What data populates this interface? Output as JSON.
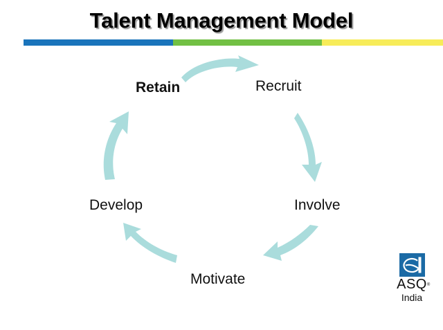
{
  "slide": {
    "title": "Talent Management Model",
    "background_color": "#ffffff",
    "title_color": "#000000"
  },
  "rule": {
    "segments": [
      {
        "name": "blue",
        "color": "#1a74bb"
      },
      {
        "name": "green",
        "color": "#72c044"
      },
      {
        "name": "yellow",
        "color": "#f7ec59"
      }
    ]
  },
  "cycle": {
    "arrow_color": "#aadcdc",
    "nodes": [
      {
        "id": "retain",
        "label": "Retain",
        "emphasis": "bold"
      },
      {
        "id": "recruit",
        "label": "Recruit",
        "emphasis": "normal"
      },
      {
        "id": "involve",
        "label": "Involve",
        "emphasis": "normal"
      },
      {
        "id": "motivate",
        "label": "Motivate",
        "emphasis": "normal"
      },
      {
        "id": "develop",
        "label": "Develop",
        "emphasis": "normal"
      }
    ],
    "arrows": [
      {
        "id": "top",
        "from": "retain",
        "to": "recruit",
        "direction": "right"
      },
      {
        "id": "right",
        "from": "recruit",
        "to": "involve",
        "direction": "down"
      },
      {
        "id": "bottomright",
        "from": "involve",
        "to": "motivate",
        "direction": "down-left"
      },
      {
        "id": "bottomleft",
        "from": "motivate",
        "to": "develop",
        "direction": "up-left"
      },
      {
        "id": "left",
        "from": "develop",
        "to": "retain",
        "direction": "up"
      }
    ]
  },
  "logo": {
    "mark": "asq-q-mark",
    "mark_color": "#1b6aa5",
    "name": "ASQ",
    "trademark": "®",
    "region": "India"
  }
}
